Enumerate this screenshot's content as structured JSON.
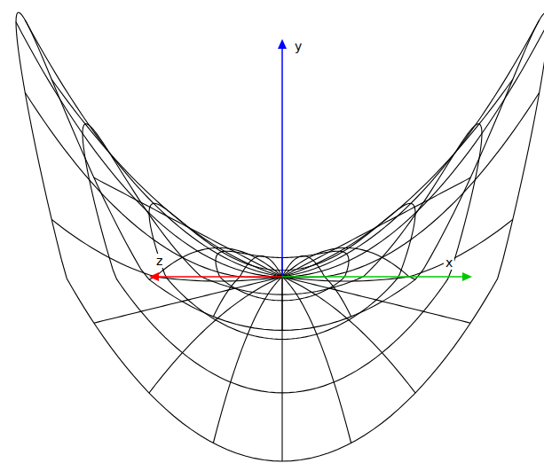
{
  "diagram": {
    "labels": [
      "y",
      "z",
      "x"
    ]
  }
}
